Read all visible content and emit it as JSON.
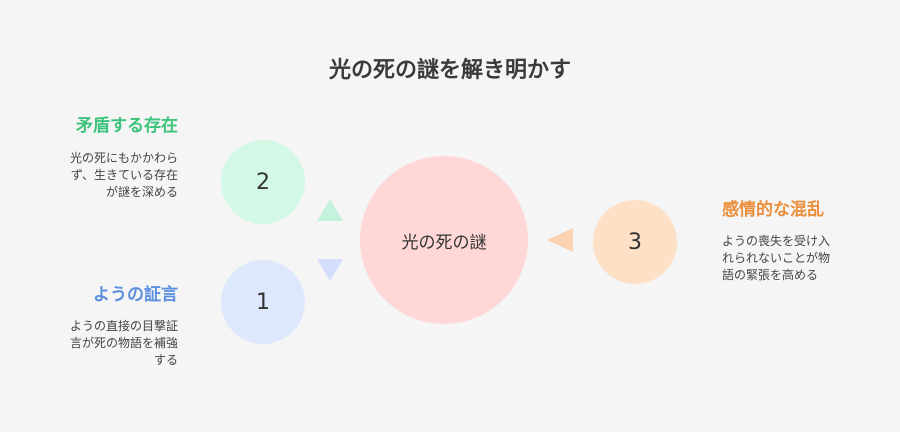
{
  "title": "光の死の謎を解き明かす",
  "center": {
    "label": "光の死の謎",
    "color": "#ffd7d7"
  },
  "items": [
    {
      "number": "2",
      "heading": "矛盾する存在",
      "heading_color": "#3cc47c",
      "circle_color": "#d3f9e6",
      "desc_lines": [
        "光の死にもかかわら",
        "ず、生きている存在",
        "が謎を深める"
      ]
    },
    {
      "number": "1",
      "heading": "ようの証言",
      "heading_color": "#5b8fe0",
      "circle_color": "#dde8fd",
      "desc_lines": [
        "ようの直接の目撃証",
        "言が死の物語を補強",
        "する"
      ]
    },
    {
      "number": "3",
      "heading": "感情的な混乱",
      "heading_color": "#ea8f3c",
      "circle_color": "#fde0c6",
      "desc_lines": [
        "ようの喪失を受け入",
        "れられないことが物",
        "語の緊張を高める"
      ]
    }
  ]
}
